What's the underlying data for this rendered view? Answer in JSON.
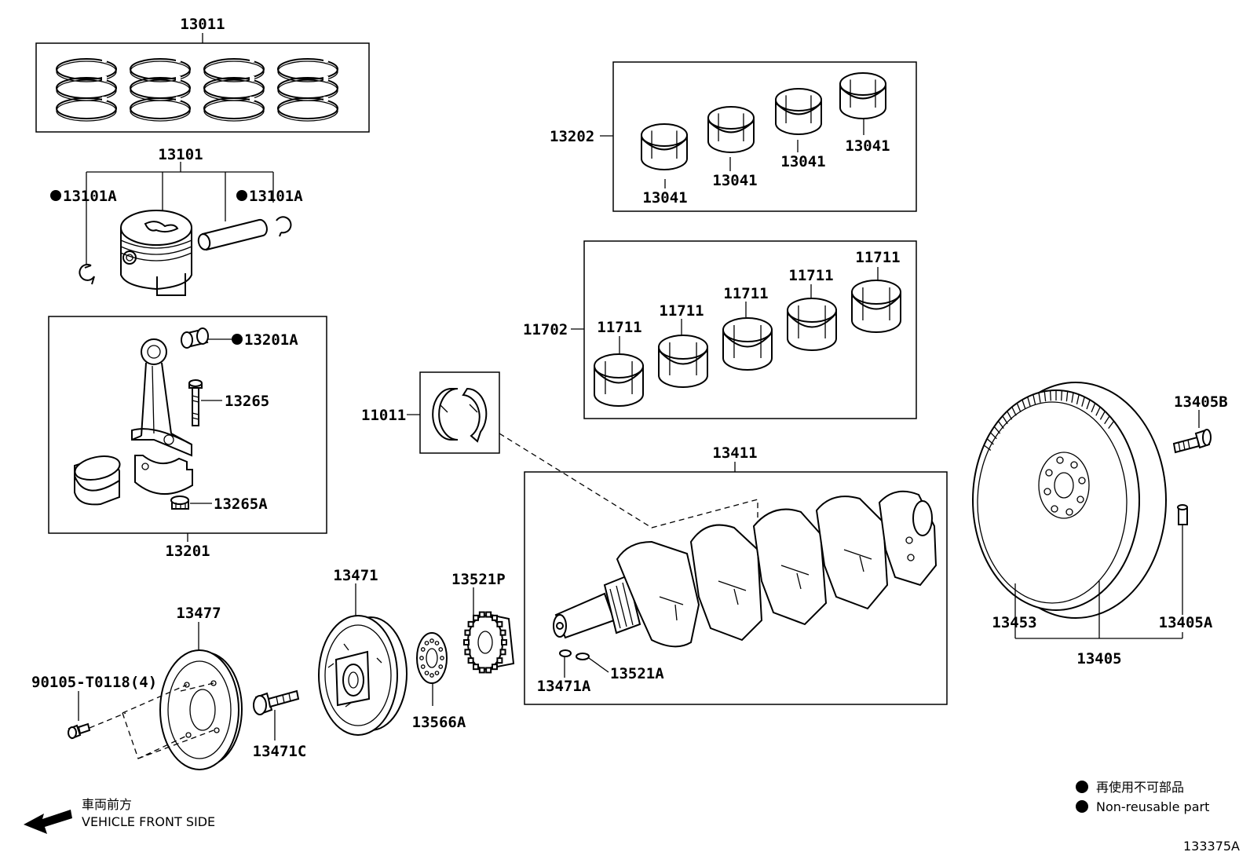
{
  "labels": {
    "p13011": "13011",
    "p13101": "13101",
    "p13101a_l": "13101A",
    "p13101a_r": "13101A",
    "p13201a": "13201A",
    "p13265": "13265",
    "p13265a": "13265A",
    "p13201": "13201",
    "p13202": "13202",
    "p13041_1": "13041",
    "p13041_2": "13041",
    "p13041_3": "13041",
    "p13041_4": "13041",
    "p11702": "11702",
    "p11711_1": "11711",
    "p11711_2": "11711",
    "p11711_3": "11711",
    "p11711_4": "11711",
    "p11711_5": "11711",
    "p11011": "11011",
    "p13411": "13411",
    "p13405b": "13405B",
    "p13453": "13453",
    "p13405a": "13405A",
    "p13405": "13405",
    "p13471": "13471",
    "p13521p": "13521P",
    "p13477": "13477",
    "p90105": "90105-T0118(4)",
    "p13471c": "13471C",
    "p13566a": "13566A",
    "p13471a": "13471A",
    "p13521a": "13521A"
  },
  "legend": {
    "jp": "再使用不可部品",
    "en": "Non-reusable part"
  },
  "direction": {
    "jp": "車両前方",
    "en": "VEHICLE FRONT SIDE"
  },
  "figure_id": "133375A"
}
